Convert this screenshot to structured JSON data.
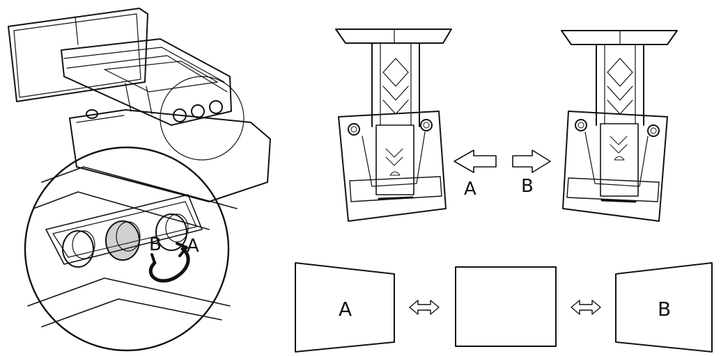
{
  "colors": {
    "line": "#111111",
    "background": "#ffffff",
    "light_line": "#888888"
  },
  "knob_labels": {
    "b": "B",
    "a": "A"
  },
  "arrow_labels": {
    "a": "A",
    "b": "B"
  },
  "screen_labels": {
    "left": "A",
    "center": "",
    "right": "B"
  }
}
